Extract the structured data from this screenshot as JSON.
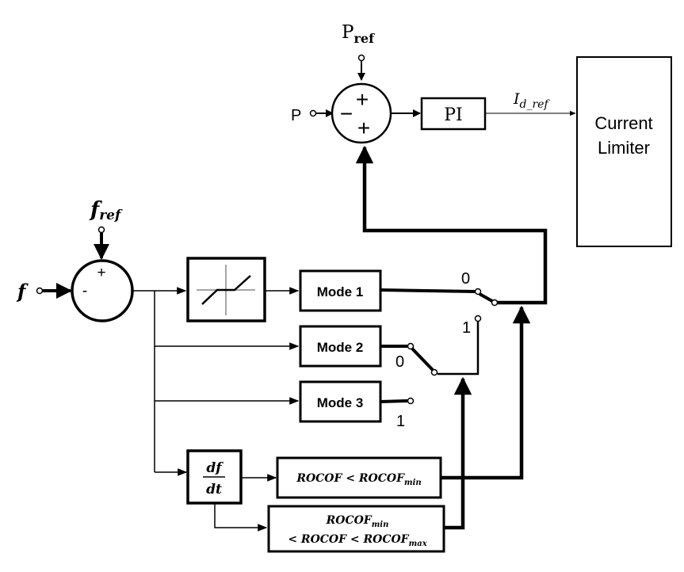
{
  "power_loop": {
    "p_ref_main": "P",
    "p_ref_sub": "ref",
    "p_input": "P",
    "sum_plus_top": "+",
    "sum_minus": "−",
    "sum_plus_bottom": "+",
    "pi_label": "PI",
    "id_ref_main": "I",
    "id_ref_sub": "d_ref",
    "limiter_line1": "Current",
    "limiter_line2": "Limiter"
  },
  "freq_loop": {
    "f_ref_main": "f",
    "f_ref_sub": "ref",
    "f_input": "f",
    "sum_plus": "+",
    "sum_minus": "-"
  },
  "modes": {
    "mode1": "Mode 1",
    "mode2": "Mode 2",
    "mode3": "Mode 3"
  },
  "switches": {
    "sw1_pos0": "0",
    "sw1_pos1": "1",
    "sw2_pos0": "0",
    "sw2_pos1": "1"
  },
  "rocof": {
    "deriv_num": "df",
    "deriv_den": "dt",
    "cond1_a": "ROCOF  <  ROCOF",
    "cond1_sub": "min",
    "cond2_line1_main": "ROCOF",
    "cond2_line1_sub": "min",
    "cond2_line2_a": "<  ROCOF  <  ROCOF",
    "cond2_line2_sub": "max"
  }
}
